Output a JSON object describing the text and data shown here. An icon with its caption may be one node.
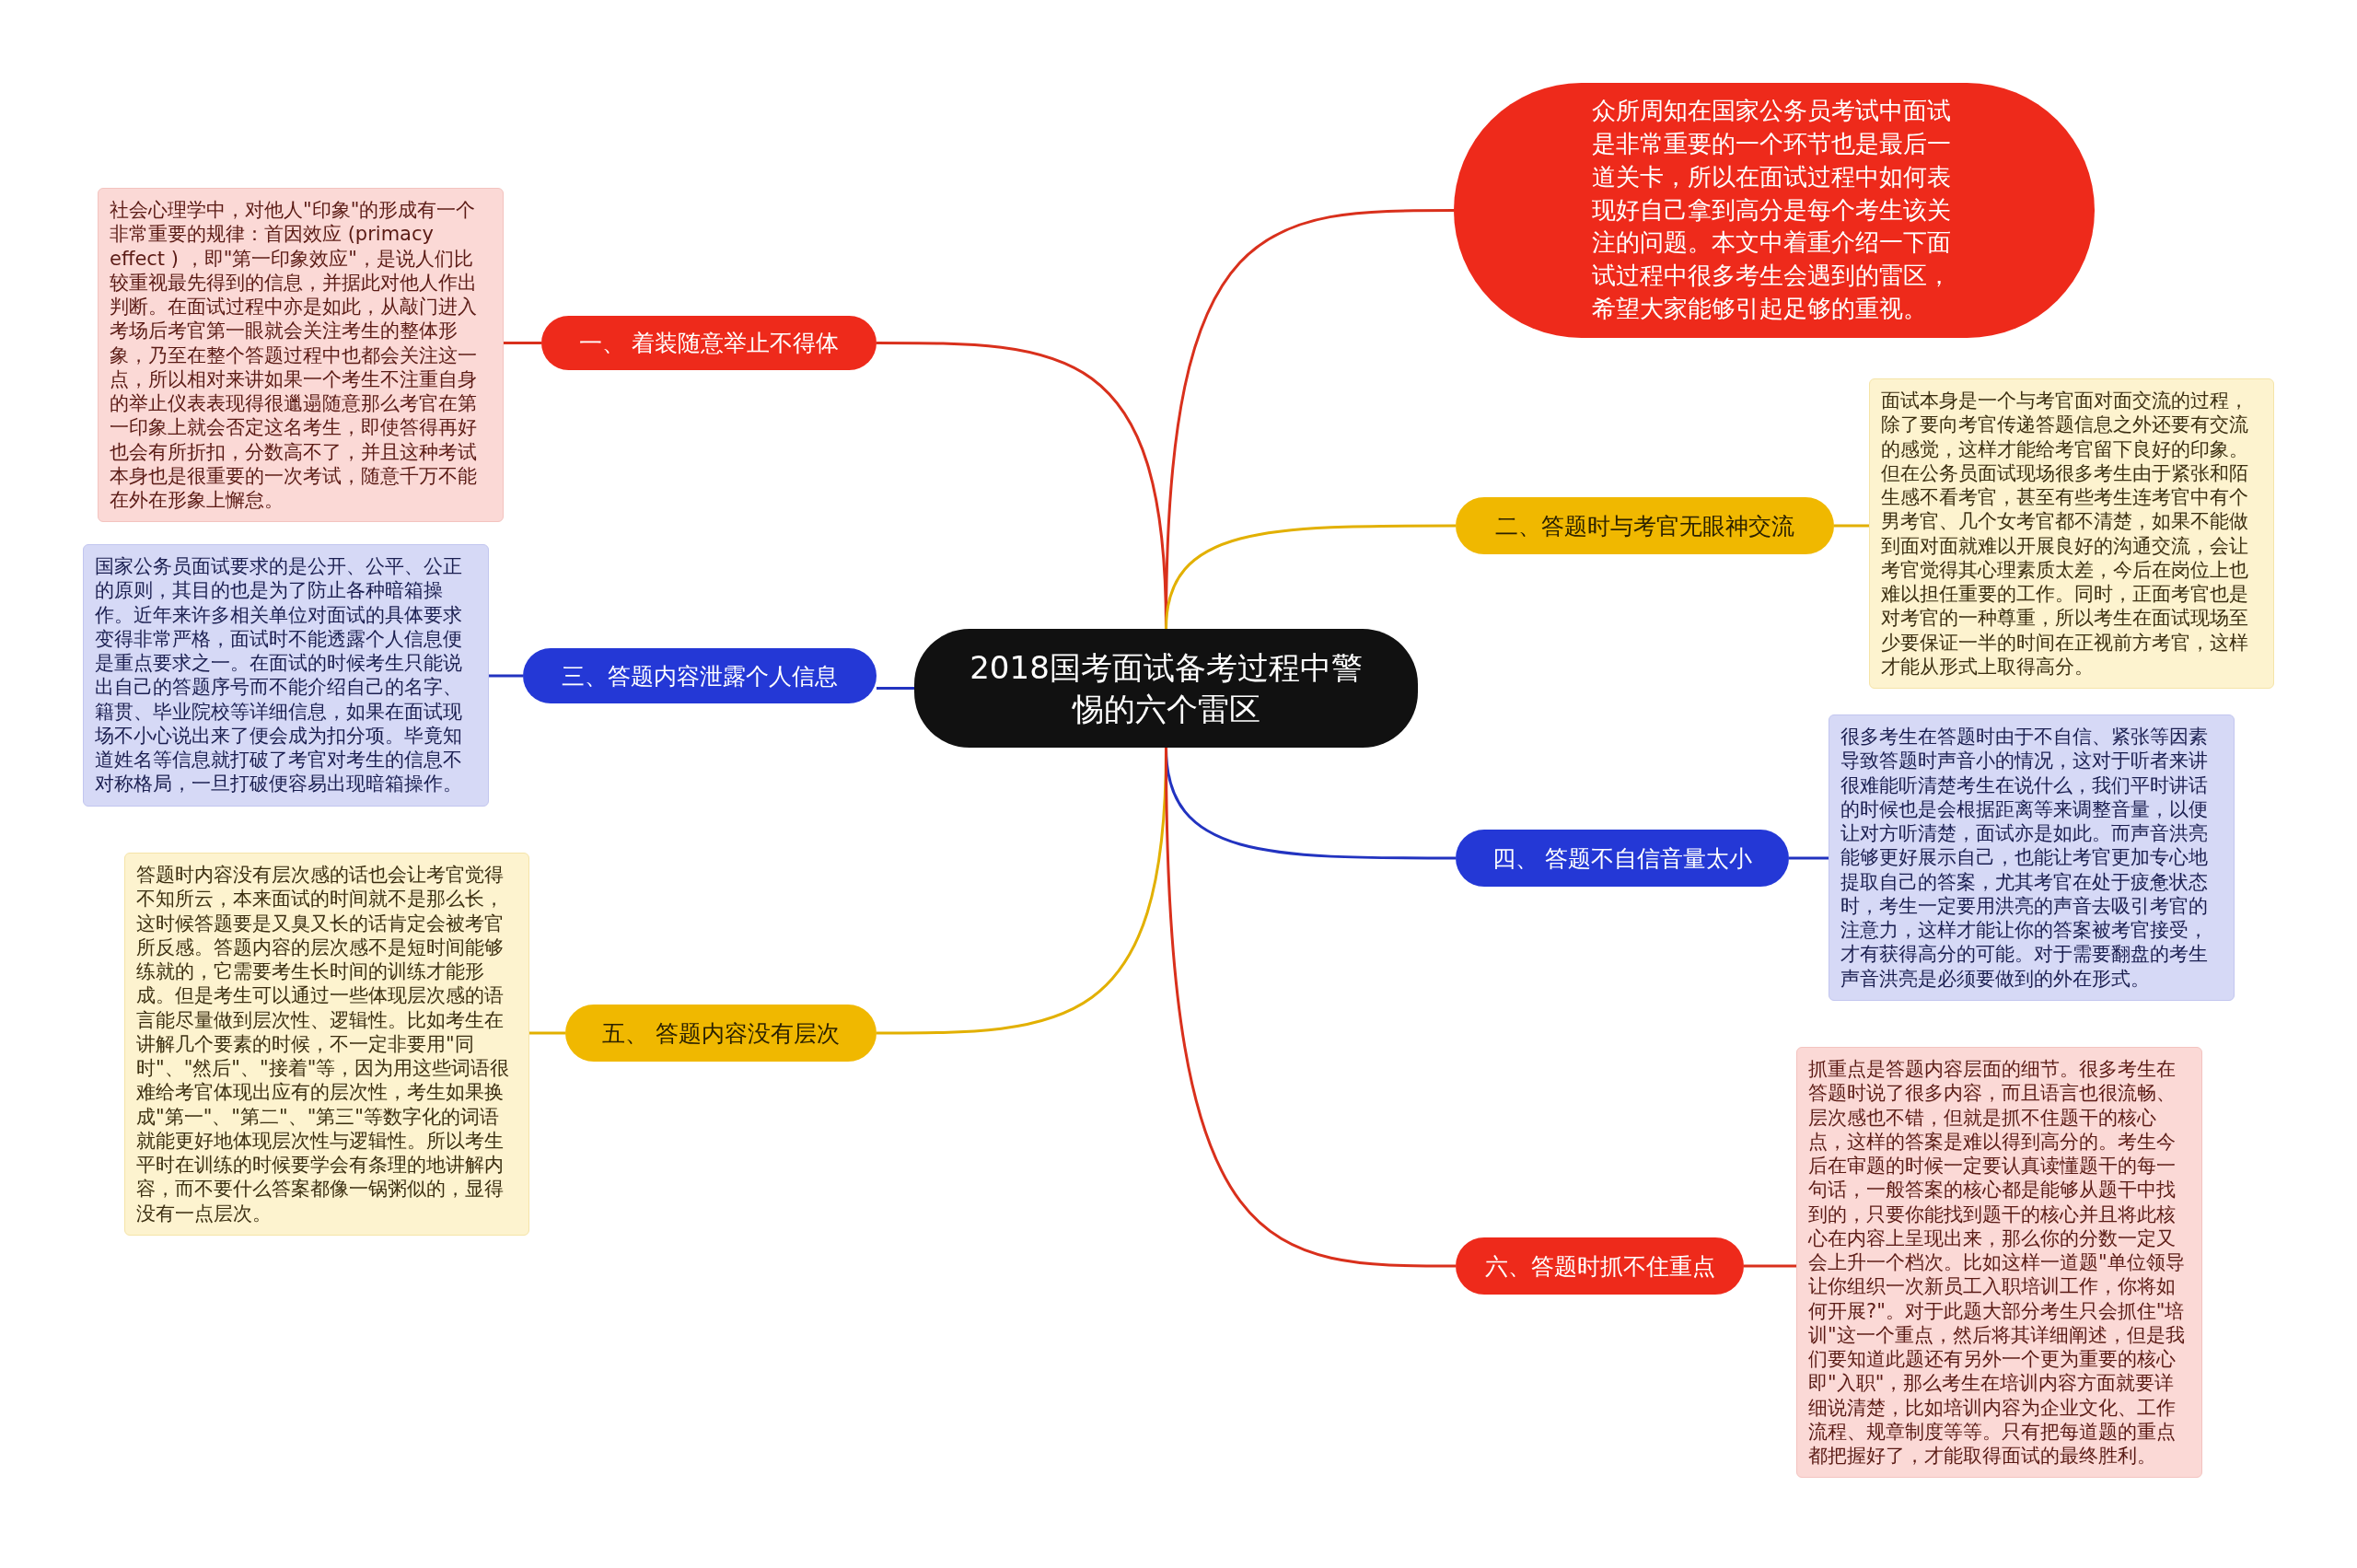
{
  "diagram": {
    "nodes": [
      {
        "text": [
          "2018国考面试备考过程中警惕的六个雷区"
        ]
      },
      {
        "text": [
          "众所周知在国家公务员考试中面试是非常重要的一个环节也是最后一道关卡，所以在面试过程中如何表现好自己拿到高分是每个考生该关注的问题。本文中着重介绍一下面试过程中很多考生会遇到的雷区，希望大家能够引起足够的重视。"
        ]
      },
      {
        "text": [
          "一、 着装随意举止不得体"
        ]
      },
      {
        "text": [
          "社会心理学中，对他人\"印象\"的形成有一个非常重要的规律：首因效应 (primacy effect ) ，即\"第一印象效应\"，是说人们比较重视最先得到的信息，并据此对他人作出判断。在面试过程中亦是如此，从敲门进入考场后考官第一眼就会关注考生的整体形象，乃至在整个答题过程中也都会关注这一点，所以相对来讲如果一个考生不注重自身的举止仪表表现得很邋遢随意那么考官在第一印象上就会否定这名考生，即使答得再好也会有所折扣，分数高不了，并且这种考试本身也是很重要的一次考试，随意千万不能在外在形象上懈怠。"
        ]
      },
      {
        "text": [
          "二、答题时与考官无眼神交流"
        ]
      },
      {
        "text": [
          "面试本身是一个与考官面对面交流的过程，除了要向考官传递答题信息之外还要有交流的感觉，这样才能给考官留下良好的印象。但在公务员面试现场很多考生由于紧张和陌生感不看考官，甚至有些考生连考官中有个男考官、几个女考官都不清楚，如果不能做到面对面就难以开展良好的沟通交流，会让考官觉得其心理素质太差，今后在岗位上也难以担任重要的工作。同时，正面考官也是对考官的一种尊重，所以考生在面试现场至少要保证一半的时间在正视前方考官，这样才能从形式上取得高分。"
        ]
      },
      {
        "text": [
          "三、答题内容泄露个人信息"
        ]
      },
      {
        "text": [
          "国家公务员面试要求的是公开、公平、公正的原则，其目的也是为了防止各种暗箱操作。近年来许多相关单位对面试的具体要求变得非常严格，面试时不能透露个人信息便是重点要求之一。在面试的时候考生只能说出自己的答题序号而不能介绍自己的名字、籍贯、毕业院校等详细信息，如果在面试现场不小心说出来了便会成为扣分项。毕竟知道姓名等信息就打破了考官对考生的信息不对称格局，一旦打破便容易出现暗箱操作。"
        ]
      },
      {
        "text": [
          "四、 答题不自信音量太小"
        ]
      },
      {
        "text": [
          "很多考生在答题时由于不自信、紧张等因素导致答题时声音小的情况，这对于听者来讲很难能听清楚考生在说什么，我们平时讲话的时候也是会根据距离等来调整音量，以便让对方听清楚，面试亦是如此。而声音洪亮能够更好展示自己，也能让考官更加专心地提取自己的答案，尤其考官在处于疲惫状态时，考生一定要用洪亮的声音去吸引考官的注意力，这样才能让你的答案被考官接受，才有获得高分的可能。对于需要翻盘的考生声音洪亮是必须要做到的外在形式。"
        ]
      },
      {
        "text": [
          "五、 答题内容没有层次"
        ]
      },
      {
        "text": [
          "答题时内容没有层次感的话也会让考官觉得不知所云，本来面试的时间就不是那么长，这时候答题要是又臭又长的话肯定会被考官所反感。答题内容的层次感不是短时间能够练就的，它需要考生长时间的训练才能形成。但是考生可以通过一些体现层次感的语言能尽量做到层次性、逻辑性。比如考生在讲解几个要素的时候，不一定非要用\"同时\"、\"然后\"、\"接着\"等，因为用这些词语很难给考官体现出应有的层次性，考生如果换成\"第一\"、\"第二\"、\"第三\"等数字化的词语就能更好地体现层次性与逻辑性。所以考生平时在训练的时候要学会有条理的地讲解内容，而不要什么答案都像一锅粥似的，显得没有一点层次。"
        ]
      },
      {
        "text": [
          "六、答题时抓不住重点"
        ]
      },
      {
        "text": [
          "抓重点是答题内容层面的细节。很多考生在答题时说了很多内容，而且语言也很流畅、层次感也不错，但就是抓不住题干的核心点，这样的答案是难以得到高分的。考生今后在审题的时候一定要认真读懂题干的每一句话，一般答案的核心都是能够从题干中找到的，只要你能找到题干的核心并且将此核心在内容上呈现出来，那么你的分数一定又会上升一个档次。比如这样一道题\"单位领导让你组织一次新员工入职培训工作，你将如何开展?\"。对于此题大部分考生只会抓住\"培训\"这一个重点，然后将其详细阐述，但是我们要知道此题还有另外一个更为重要的核心即\"入职\"，那么考生在培训内容方面就要详细说清楚，比如培训内容为企业文化、工作流程、规章制度等等。只有把每道题的重点都把握好了，才能取得面试的最终胜利。"
        ]
      }
    ],
    "edges": [
      {
        "from": 0,
        "to": 1,
        "arrow": "none"
      },
      {
        "from": 0,
        "to": 2,
        "arrow": "none"
      },
      {
        "from": 2,
        "to": 3,
        "arrow": "none"
      },
      {
        "from": 0,
        "to": 4,
        "arrow": "none",
        "color": "#e2b000"
      },
      {
        "from": 4,
        "to": 5,
        "arrow": "none",
        "color": "#e2b000"
      },
      {
        "from": 0,
        "to": 6,
        "arrow": "none",
        "color": "#2233c0"
      },
      {
        "from": 6,
        "to": 7,
        "arrow": "none",
        "color": "#2233c0"
      },
      {
        "from": 0,
        "to": 8,
        "arrow": "none",
        "color": "#2233c0"
      },
      {
        "from": 8,
        "to": 9,
        "arrow": "none",
        "color": "#2233c0"
      },
      {
        "from": 0,
        "to": 10,
        "arrow": "none",
        "color": "#e2b000"
      },
      {
        "from": 10,
        "to": 11,
        "arrow": "none",
        "color": "#e2b000"
      },
      {
        "from": 0,
        "to": 12,
        "arrow": "none"
      },
      {
        "from": 12,
        "to": 13,
        "arrow": "none"
      }
    ]
  }
}
